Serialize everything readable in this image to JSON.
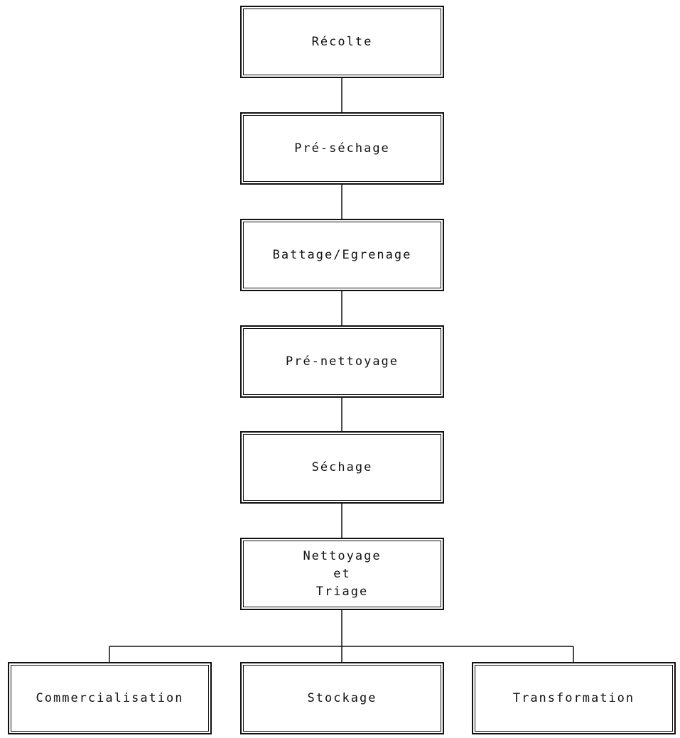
{
  "nodes": {
    "recolte": "Récolte",
    "presechage": "Pré-séchage",
    "battage": "Battage/Egrenage",
    "prenettoyage": "Pré-nettoyage",
    "sechage": "Séchage",
    "nettoyage": [
      "Nettoyage",
      "et",
      "Triage"
    ],
    "commercialisation": "Commercialisation",
    "stockage": "Stockage",
    "transformation": "Transformation"
  },
  "colors": {
    "line": "#111111",
    "background": "#ffffff"
  }
}
